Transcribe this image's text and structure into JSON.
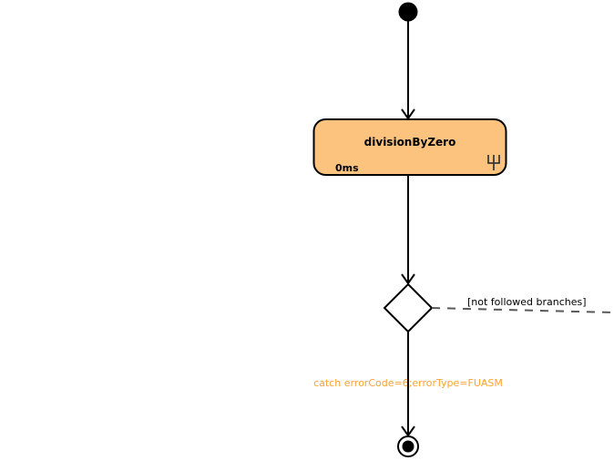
{
  "diagram": {
    "type": "uml-activity-diagram",
    "action": {
      "name": "divisionByZero",
      "duration": "0ms",
      "icon": "rake-icon"
    },
    "labels": {
      "decision_annotation": "[not followed branches]",
      "transition_guard": "catch errorCode=6;errorType=FUASM"
    },
    "colors": {
      "action_fill": "#FBC37D",
      "action_stroke": "#000000",
      "flow_line": "#000000",
      "dashed_line": "#595959",
      "transition_guard_text": "#FFA330",
      "node_fill": "#000000",
      "background": "#FFFFFF"
    }
  }
}
